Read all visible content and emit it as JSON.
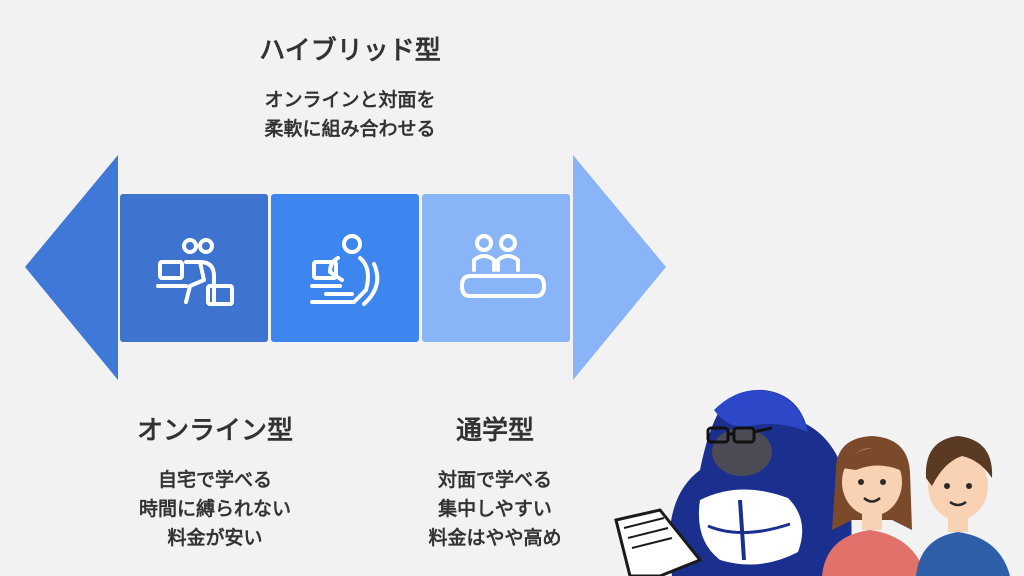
{
  "hybrid": {
    "title": "ハイブリッド型",
    "desc_lines": [
      "オンラインと対面を",
      "柔軟に組み合わせる"
    ]
  },
  "online": {
    "title": "オンライン型",
    "desc_lines": [
      "自宅で学べる",
      "時間に縛られない",
      "料金が安い"
    ]
  },
  "commute": {
    "title": "通学型",
    "desc_lines": [
      "対面で学べる",
      "集中しやすい",
      "料金はやや高め"
    ]
  },
  "colors": {
    "background": "#f2f2f2",
    "left_arrow": "#3f78d6",
    "box_online": "#3e74cf",
    "box_middle": "#3d86ef",
    "box_commute": "#8ab4f8",
    "right_arrow": "#8ab4f8",
    "text": "#333333"
  },
  "icons": {
    "online_box": "person-laptop-desk-icon",
    "middle_box": "person-laptop-chair-icon",
    "commute_box": "people-at-table-icon",
    "mascot": "gorilla-with-glasses-reading-book",
    "people": "smiling-woman-and-man"
  }
}
